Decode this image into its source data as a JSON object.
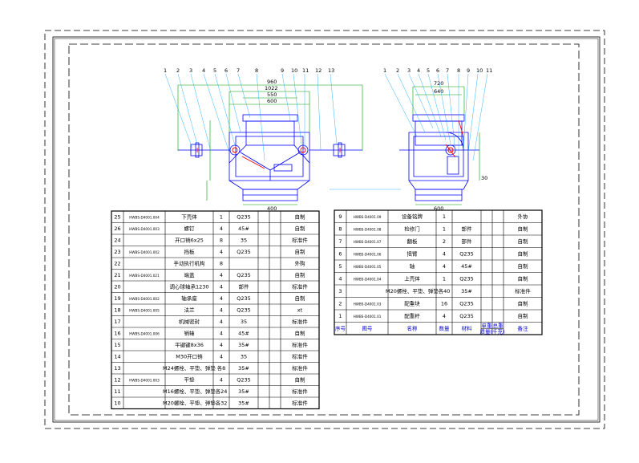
{
  "colors": {
    "frame": "#000000",
    "drawing_line": "#0000ff",
    "dimension": "#00a000",
    "highlight": "#ff0000",
    "table_line": "#000000",
    "title_text_blue": "#0000cc"
  },
  "drawing": {
    "left_balloons": [
      "1",
      "2",
      "3",
      "4",
      "5",
      "6",
      "7",
      "8",
      "9",
      "10",
      "11",
      "12",
      "13"
    ],
    "right_balloons": [
      "1",
      "2",
      "3",
      "4",
      "5",
      "6",
      "7",
      "8",
      "9",
      "10",
      "11"
    ],
    "left_dims": [
      "960",
      "1022",
      "550",
      "600",
      "400"
    ],
    "right_dims": [
      "720",
      "640",
      "30",
      "600"
    ]
  },
  "bom_left": [
    {
      "no": "25",
      "code": "HWBS-D4001.004",
      "name": "下壳体",
      "qty": "1",
      "material": "Q235",
      "weight": "",
      "source": "自制"
    },
    {
      "no": "26",
      "code": "HWBS-D4001.003",
      "name": "螺钉",
      "qty": "4",
      "material": "45#",
      "weight": "",
      "source": "自制"
    },
    {
      "no": "24",
      "code": "",
      "name": "开口销6x25",
      "qty": "8",
      "material": "35",
      "weight": "",
      "source": "标准件"
    },
    {
      "no": "23",
      "code": "HWBS-D4001.002",
      "name": "挡板",
      "qty": "4",
      "material": "Q235",
      "weight": "",
      "source": "自制"
    },
    {
      "no": "22",
      "code": "",
      "name": "手动执行机构",
      "qty": "8",
      "material": "",
      "weight": "",
      "source": "外购"
    },
    {
      "no": "21",
      "code": "HWBS-D4001.021",
      "name": "端盖",
      "qty": "4",
      "material": "Q235",
      "weight": "",
      "source": "自制"
    },
    {
      "no": "20",
      "code": "",
      "name": "调心球轴承1230",
      "qty": "4",
      "material": "部件",
      "weight": "",
      "source": "标准件"
    },
    {
      "no": "19",
      "code": "HWBS-D4001.002",
      "name": "轴承座",
      "qty": "4",
      "material": "Q235",
      "weight": "",
      "source": "自制"
    },
    {
      "no": "18",
      "code": "HWBS-D4001.005",
      "name": "法兰",
      "qty": "4",
      "material": "Q235",
      "weight": "",
      "source": "xt"
    },
    {
      "no": "17",
      "code": "",
      "name": "机械密封",
      "qty": "4",
      "material": "35",
      "weight": "",
      "source": "标准件"
    },
    {
      "no": "16",
      "code": "HWBS-D4001.006",
      "name": "销轴",
      "qty": "4",
      "material": "45#",
      "weight": "",
      "source": "自制"
    },
    {
      "no": "15",
      "code": "",
      "name": "平键键8x36",
      "qty": "4",
      "material": "35#",
      "weight": "",
      "source": "标准件"
    },
    {
      "no": "14",
      "code": "",
      "name": "M30开口销",
      "qty": "4",
      "material": "35",
      "weight": "",
      "source": "标准件"
    },
    {
      "no": "13",
      "code": "",
      "name": "M24螺栓、平垫、弹垫",
      "qty": "各8",
      "material": "35#",
      "weight": "",
      "source": "标准件"
    },
    {
      "no": "12",
      "code": "HWBS-D4001.003",
      "name": "平垫",
      "qty": "4",
      "material": "Q235",
      "weight": "",
      "source": "自制"
    },
    {
      "no": "11",
      "code": "",
      "name": "M16螺栓、平垫、弹垫",
      "qty": "各24",
      "material": "35#",
      "weight": "",
      "source": "标准件"
    },
    {
      "no": "10",
      "code": "",
      "name": "M20螺栓、平垫、弹垫",
      "qty": "各32",
      "material": "35#",
      "weight": "",
      "source": "标准件"
    }
  ],
  "bom_right": [
    {
      "no": "9",
      "code": "HWBS-D4001.09",
      "name": "设备铭牌",
      "qty": "1",
      "material": "",
      "weight": "",
      "source": "外协"
    },
    {
      "no": "8",
      "code": "HWBS-D4001.08",
      "name": "检修门",
      "qty": "1",
      "material": "部件",
      "weight": "",
      "source": "自制"
    },
    {
      "no": "7",
      "code": "HWBS-D4001.07",
      "name": "翻板",
      "qty": "2",
      "material": "部件",
      "weight": "",
      "source": "自制"
    },
    {
      "no": "6",
      "code": "HWBS-D4001.06",
      "name": "摇臂",
      "qty": "4",
      "material": "Q235",
      "weight": "",
      "source": "自制"
    },
    {
      "no": "5",
      "code": "HWBS-D4001.05",
      "name": "轴",
      "qty": "4",
      "material": "45#",
      "weight": "",
      "source": "自制"
    },
    {
      "no": "4",
      "code": "HWBS-D4001.04",
      "name": "上壳体",
      "qty": "1",
      "material": "Q235",
      "weight": "",
      "source": "自制"
    },
    {
      "no": "3",
      "code": "",
      "name": "M20螺栓、平垫、弹垫",
      "qty": "各40",
      "material": "35#",
      "weight": "",
      "source": "标准件"
    },
    {
      "no": "2",
      "code": "HWBS-D4001.03",
      "name": "配重块",
      "qty": "16",
      "material": "Q235",
      "weight": "",
      "source": "自制"
    },
    {
      "no": "1",
      "code": "HWBS-D4001.01",
      "name": "配重杆",
      "qty": "4",
      "material": "Q235",
      "weight": "",
      "source": "自制"
    }
  ],
  "bom_header": {
    "no": "序号",
    "code": "图号",
    "name": "名称",
    "qty": "数量",
    "material": "材料",
    "weight_single": "单重",
    "weight_total": "总重",
    "weight_unit": "质量(千克)",
    "remark": "备注"
  }
}
